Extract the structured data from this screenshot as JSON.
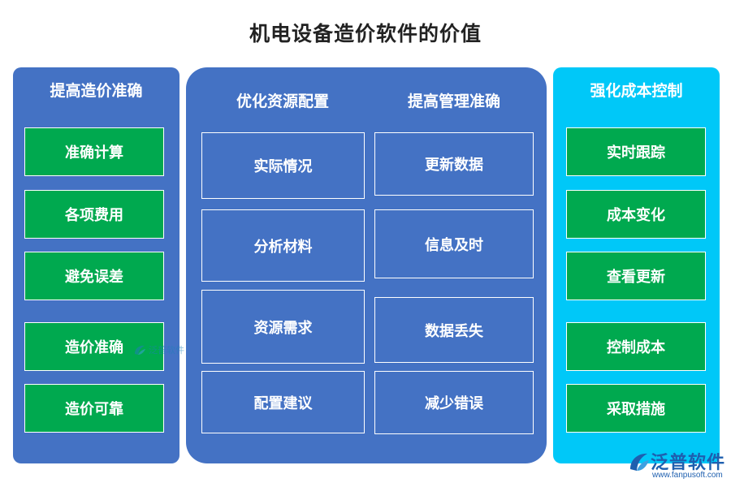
{
  "title": "机电设备造价软件的价值",
  "left": {
    "title": "提高造价准确",
    "items": [
      "准确计算",
      "各项费用",
      "避免误差",
      "造价准确",
      "造价可靠"
    ]
  },
  "middle": {
    "col1": {
      "title": "优化资源配置",
      "items": [
        "实际情况",
        "分析材料",
        "资源需求",
        "配置建议"
      ]
    },
    "col2": {
      "title": "提高管理准确",
      "items": [
        "更新数据",
        "信息及时",
        "数据丢失",
        "减少错误"
      ]
    }
  },
  "right": {
    "title": "强化成本控制",
    "items": [
      "实时跟踪",
      "成本变化",
      "查看更新",
      "控制成本",
      "采取措施"
    ]
  },
  "watermark": {
    "text": "泛普软件"
  },
  "logo": {
    "name": "泛普软件",
    "url": "www.fanpusoft.com"
  },
  "colors": {
    "blue_panel": "#4472C4",
    "cyan_panel": "#00C8F8",
    "green_box": "#00A94F",
    "logo": "#1E5FAF"
  }
}
